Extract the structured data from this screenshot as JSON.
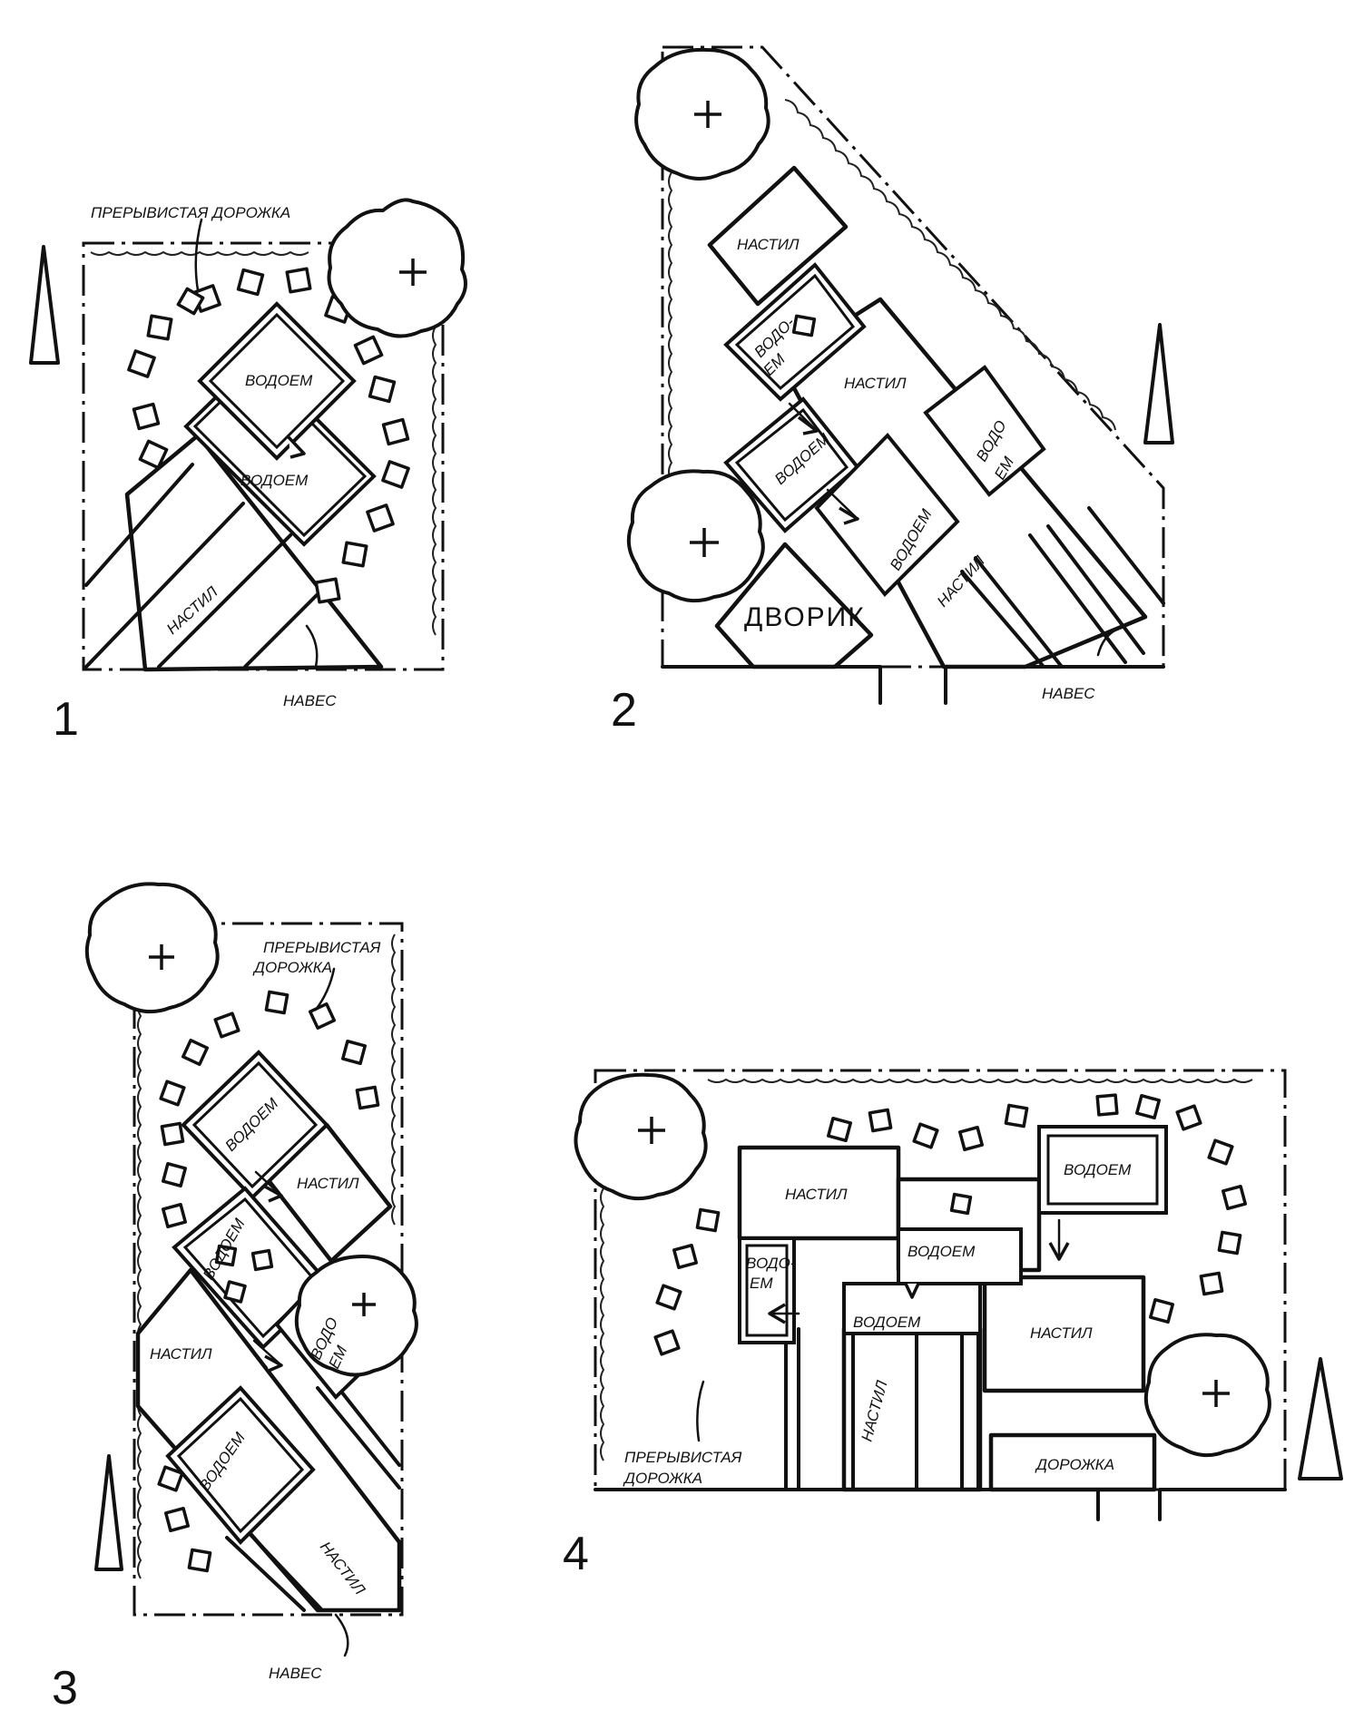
{
  "plans": [
    {
      "number": "1",
      "labels": {
        "path": "ПРЕРЫВИСТАЯ ДОРОЖКА",
        "pond_a": "ВОДОЕМ",
        "pond_b": "ВОДОЕМ",
        "deck": "НАСТИЛ",
        "canopy": "НАВЕС"
      }
    },
    {
      "number": "2",
      "labels": {
        "deck_top": "НАСТИЛ",
        "pond_a_l1": "ВОДО-",
        "pond_a_l2": "ЕМ",
        "deck_mid": "НАСТИЛ",
        "pond_b_l1": "ВОДО",
        "pond_b_l2": "ЕМ",
        "pond_c": "ВОДОЕМ",
        "pond_d": "ВОДОЕМ",
        "deck_low": "НАСТИЛ",
        "patio": "ДВОРИК",
        "canopy": "НАВЕС"
      }
    },
    {
      "number": "3",
      "labels": {
        "path_l1": "ПРЕРЫВИСТАЯ",
        "path_l2": "ДОРОЖКА",
        "pond_a": "ВОДОЕМ",
        "deck_a": "НАСТИЛ",
        "pond_b": "ВОДОЕМ",
        "deck_b": "НАСТИЛ",
        "pond_c_l1": "ВОДО",
        "pond_c_l2": "ЕМ",
        "pond_d": "ВОДОЕМ",
        "deck_c": "НАСТИЛ",
        "canopy": "НАВЕС"
      }
    },
    {
      "number": "4",
      "labels": {
        "deck_a": "НАСТИЛ",
        "pond_a": "ВОДОЕМ",
        "pond_b": "ВОДОЕМ",
        "pond_c_l1": "ВОДО-",
        "pond_c_l2": "ЕМ",
        "pond_d": "ВОДОЕМ",
        "deck_b": "НАСТИЛ",
        "deck_c": "НАСТИЛ",
        "path_l1": "ПРЕРЫВИСТАЯ",
        "path_l2": "ДОРОЖКА",
        "walkway": "ДОРОЖКА"
      }
    }
  ]
}
